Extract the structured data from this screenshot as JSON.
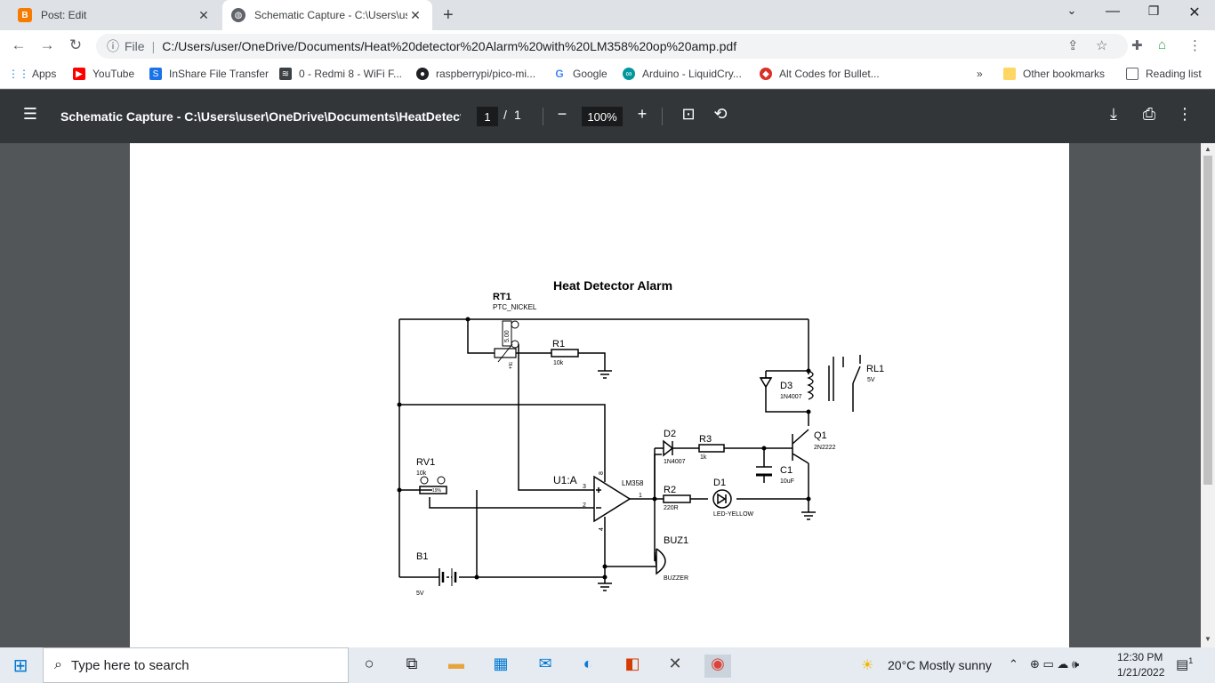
{
  "tabs": [
    {
      "title": "Post: Edit",
      "favicon": "blogger-icon"
    },
    {
      "title": "Schematic Capture - C:\\Users\\user",
      "favicon": "globe-icon"
    }
  ],
  "address": {
    "scheme_label": "File",
    "url": "C:/Users/user/OneDrive/Documents/Heat%20detector%20Alarm%20with%20LM358%20op%20amp.pdf"
  },
  "bookmarks": [
    {
      "label": "Apps",
      "icon": "apps-grid-icon",
      "color": "#1a73e8"
    },
    {
      "label": "YouTube",
      "icon": "youtube-icon",
      "color": "#ff0000"
    },
    {
      "label": "InShare File Transfer",
      "icon": "inshare-icon",
      "color": "#1a73e8"
    },
    {
      "label": "0 - Redmi 8 - WiFi F...",
      "icon": "wifi-icon",
      "color": "#3c4043"
    },
    {
      "label": "raspberrypi/pico-mi...",
      "icon": "github-icon",
      "color": "#202124"
    },
    {
      "label": "Google",
      "icon": "google-icon",
      "color": "#4285f4"
    },
    {
      "label": "Arduino - LiquidCry...",
      "icon": "arduino-icon",
      "color": "#00979d"
    },
    {
      "label": "Alt Codes for Bullet...",
      "icon": "alt-codes-icon",
      "color": "#d93025"
    }
  ],
  "bookmarks_right": {
    "more": "»",
    "other": "Other bookmarks",
    "reading": "Reading list"
  },
  "pdf": {
    "title": "Schematic Capture - C:\\Users\\user\\OneDrive\\Documents\\HeatDetect...",
    "page_current": "1",
    "page_sep": "/",
    "page_total": "1",
    "zoom": "100%"
  },
  "schematic": {
    "title": "Heat Detector Alarm",
    "rt1": "RT1",
    "rt1_val": "PTC_NICKEL",
    "rt1_num": "5.00",
    "rt1_tc": "+tc",
    "r1": "R1",
    "r1_val": "10k",
    "rl1": "RL1",
    "rl1_val": "5V",
    "d3": "D3",
    "d3_val": "1N4007",
    "q1": "Q1",
    "q1_val": "2N2222",
    "d2": "D2",
    "d2_val": "1N4007",
    "r3": "R3",
    "r3_val": "1k",
    "c1": "C1",
    "c1_val": "10uF",
    "rv1": "RV1",
    "rv1_val": "10k",
    "rv1_pct": "19%",
    "u1": "U1:A",
    "u1_val": "LM358",
    "pin8": "8",
    "pin3": "3",
    "pin2": "2",
    "pin1": "1",
    "pin4": "4",
    "r2": "R2",
    "r2_val": "220R",
    "d1": "D1",
    "d1_val": "LED-YELLOW",
    "buz1": "BUZ1",
    "buz1_val": "BUZZER",
    "b1": "B1",
    "b1_val": "5V"
  },
  "taskbar": {
    "search_placeholder": "Type here to search",
    "weather": "20°C  Mostly sunny",
    "time": "12:30 PM",
    "date": "1/21/2022",
    "notifications": "1"
  }
}
